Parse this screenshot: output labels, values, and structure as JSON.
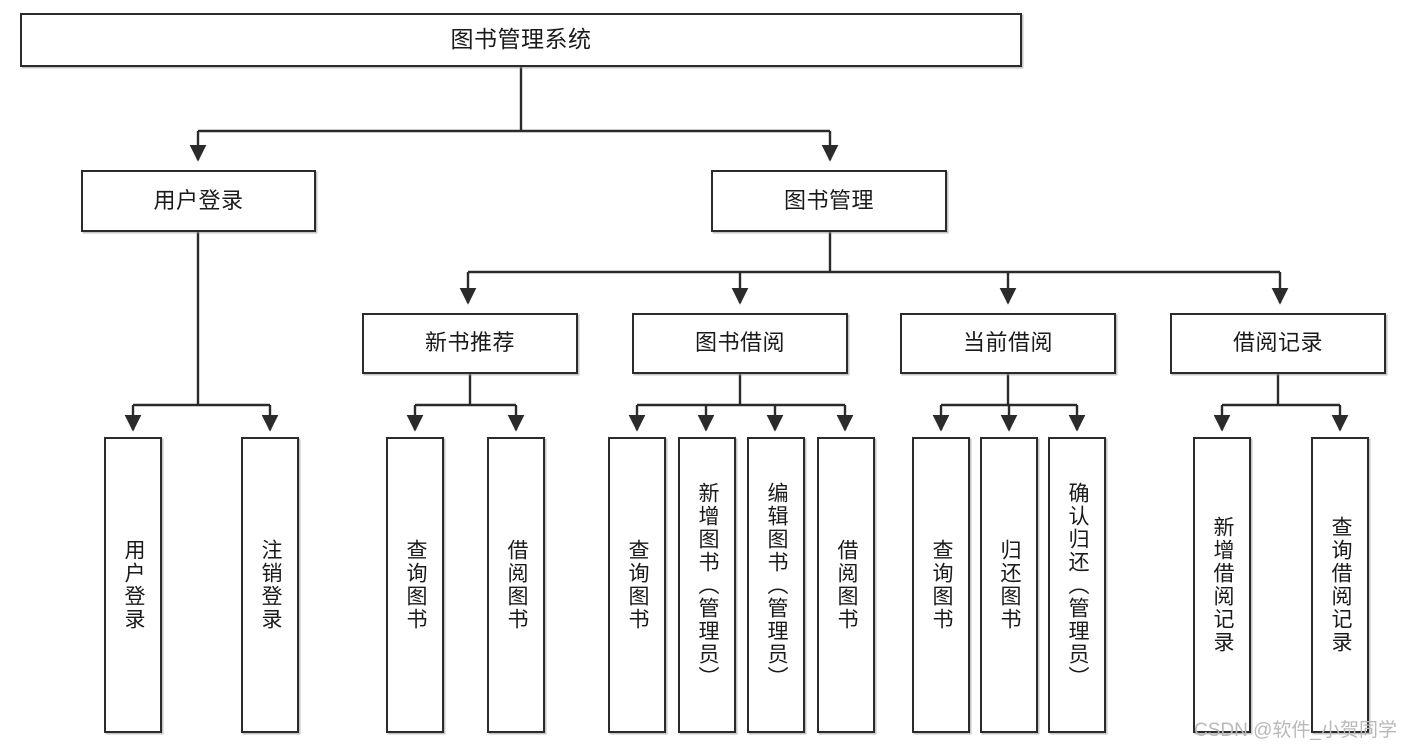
{
  "diagram": {
    "title": "图书管理系统",
    "type": "hierarchy-tree",
    "colors": {
      "box_border": "#2b2b2b",
      "box_fill": "#ffffff",
      "edge": "#2b2b2b",
      "text": "#1a1a1a",
      "watermark": "#b9b9b9",
      "background": "#ffffff"
    },
    "nodes": {
      "root": {
        "label": "图书管理系统"
      },
      "level2": [
        {
          "label": "用户登录"
        },
        {
          "label": "图书管理"
        }
      ],
      "level3": [
        {
          "label": "新书推荐"
        },
        {
          "label": "图书借阅"
        },
        {
          "label": "当前借阅"
        },
        {
          "label": "借阅记录"
        }
      ],
      "leaves": {
        "user_login": [
          {
            "label": "用户登录"
          },
          {
            "label": "注销登录"
          }
        ],
        "new_book_recommend": [
          {
            "label": "查询图书"
          },
          {
            "label": "借阅图书"
          }
        ],
        "book_borrow": [
          {
            "label": "查询图书"
          },
          {
            "label": "新增图书（管理员）"
          },
          {
            "label": "编辑图书（管理员）"
          },
          {
            "label": "借阅图书"
          }
        ],
        "current_borrow": [
          {
            "label": "查询图书"
          },
          {
            "label": "归还图书"
          },
          {
            "label": "确认归还（管理员）"
          }
        ],
        "borrow_record": [
          {
            "label": "新增借阅记录"
          },
          {
            "label": "查询借阅记录"
          }
        ]
      }
    },
    "watermark": "CSDN @软件_小贺同学"
  }
}
